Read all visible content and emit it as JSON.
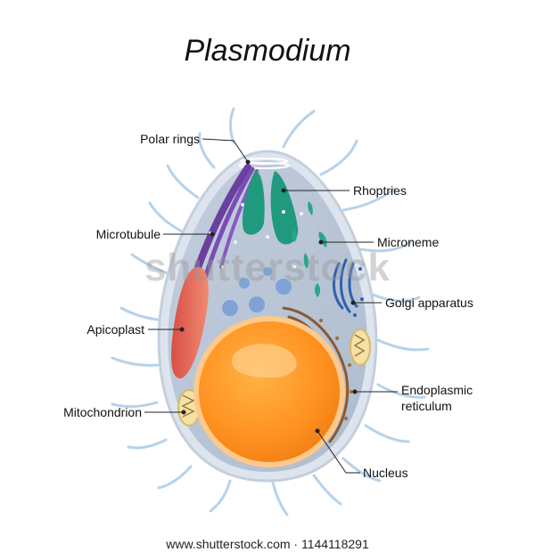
{
  "title": "Plasmodium",
  "labels": {
    "polar_rings": "Polar rings",
    "rhoptries": "Rhoptries",
    "microtubule": "Microtubule",
    "microneme": "Microneme",
    "golgi": "Golgi apparatus",
    "apicoplast": "Apicoplast",
    "er_line1": "Endoplasmic",
    "er_line2": "reticulum",
    "mitochondrion": "Mitochondrion",
    "nucleus": "Nucleus"
  },
  "watermark": "shutterstock",
  "footer": "www.shutterstock.com · 1144118291",
  "colors": {
    "cell_outer": "#cfd7e3",
    "cytoplasm": "#b9c5d3",
    "pellicle_purple": "#6b3fa0",
    "rhoptry_green": "#1f9a7f",
    "apicoplast": "#e2685a",
    "nucleus": "#ff9526",
    "golgi": "#2f62b0",
    "er": "#8a5a33",
    "flagella": "#b6d2ea"
  }
}
